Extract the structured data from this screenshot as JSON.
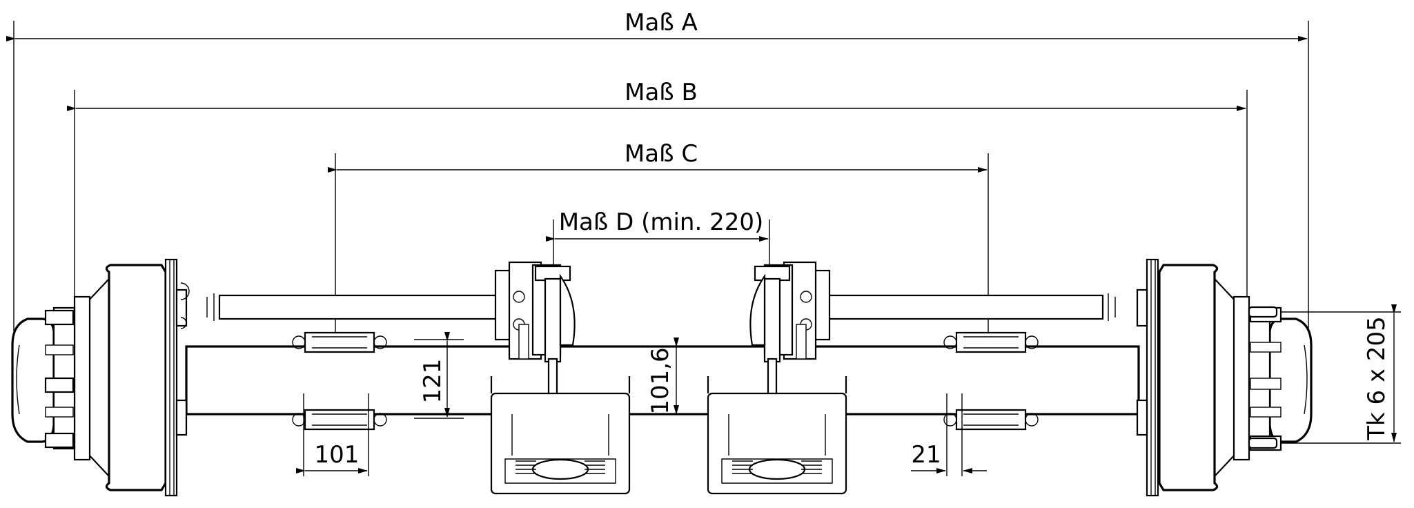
{
  "dimensions": {
    "a": "Maß A",
    "b": "Maß B",
    "c": "Maß C",
    "d": "Maß D (min. 220)",
    "beam_height": "121",
    "center_height": "101,6",
    "bracket_width": "101",
    "offset": "21",
    "bolt_circle": "Tk 6 x 205"
  }
}
